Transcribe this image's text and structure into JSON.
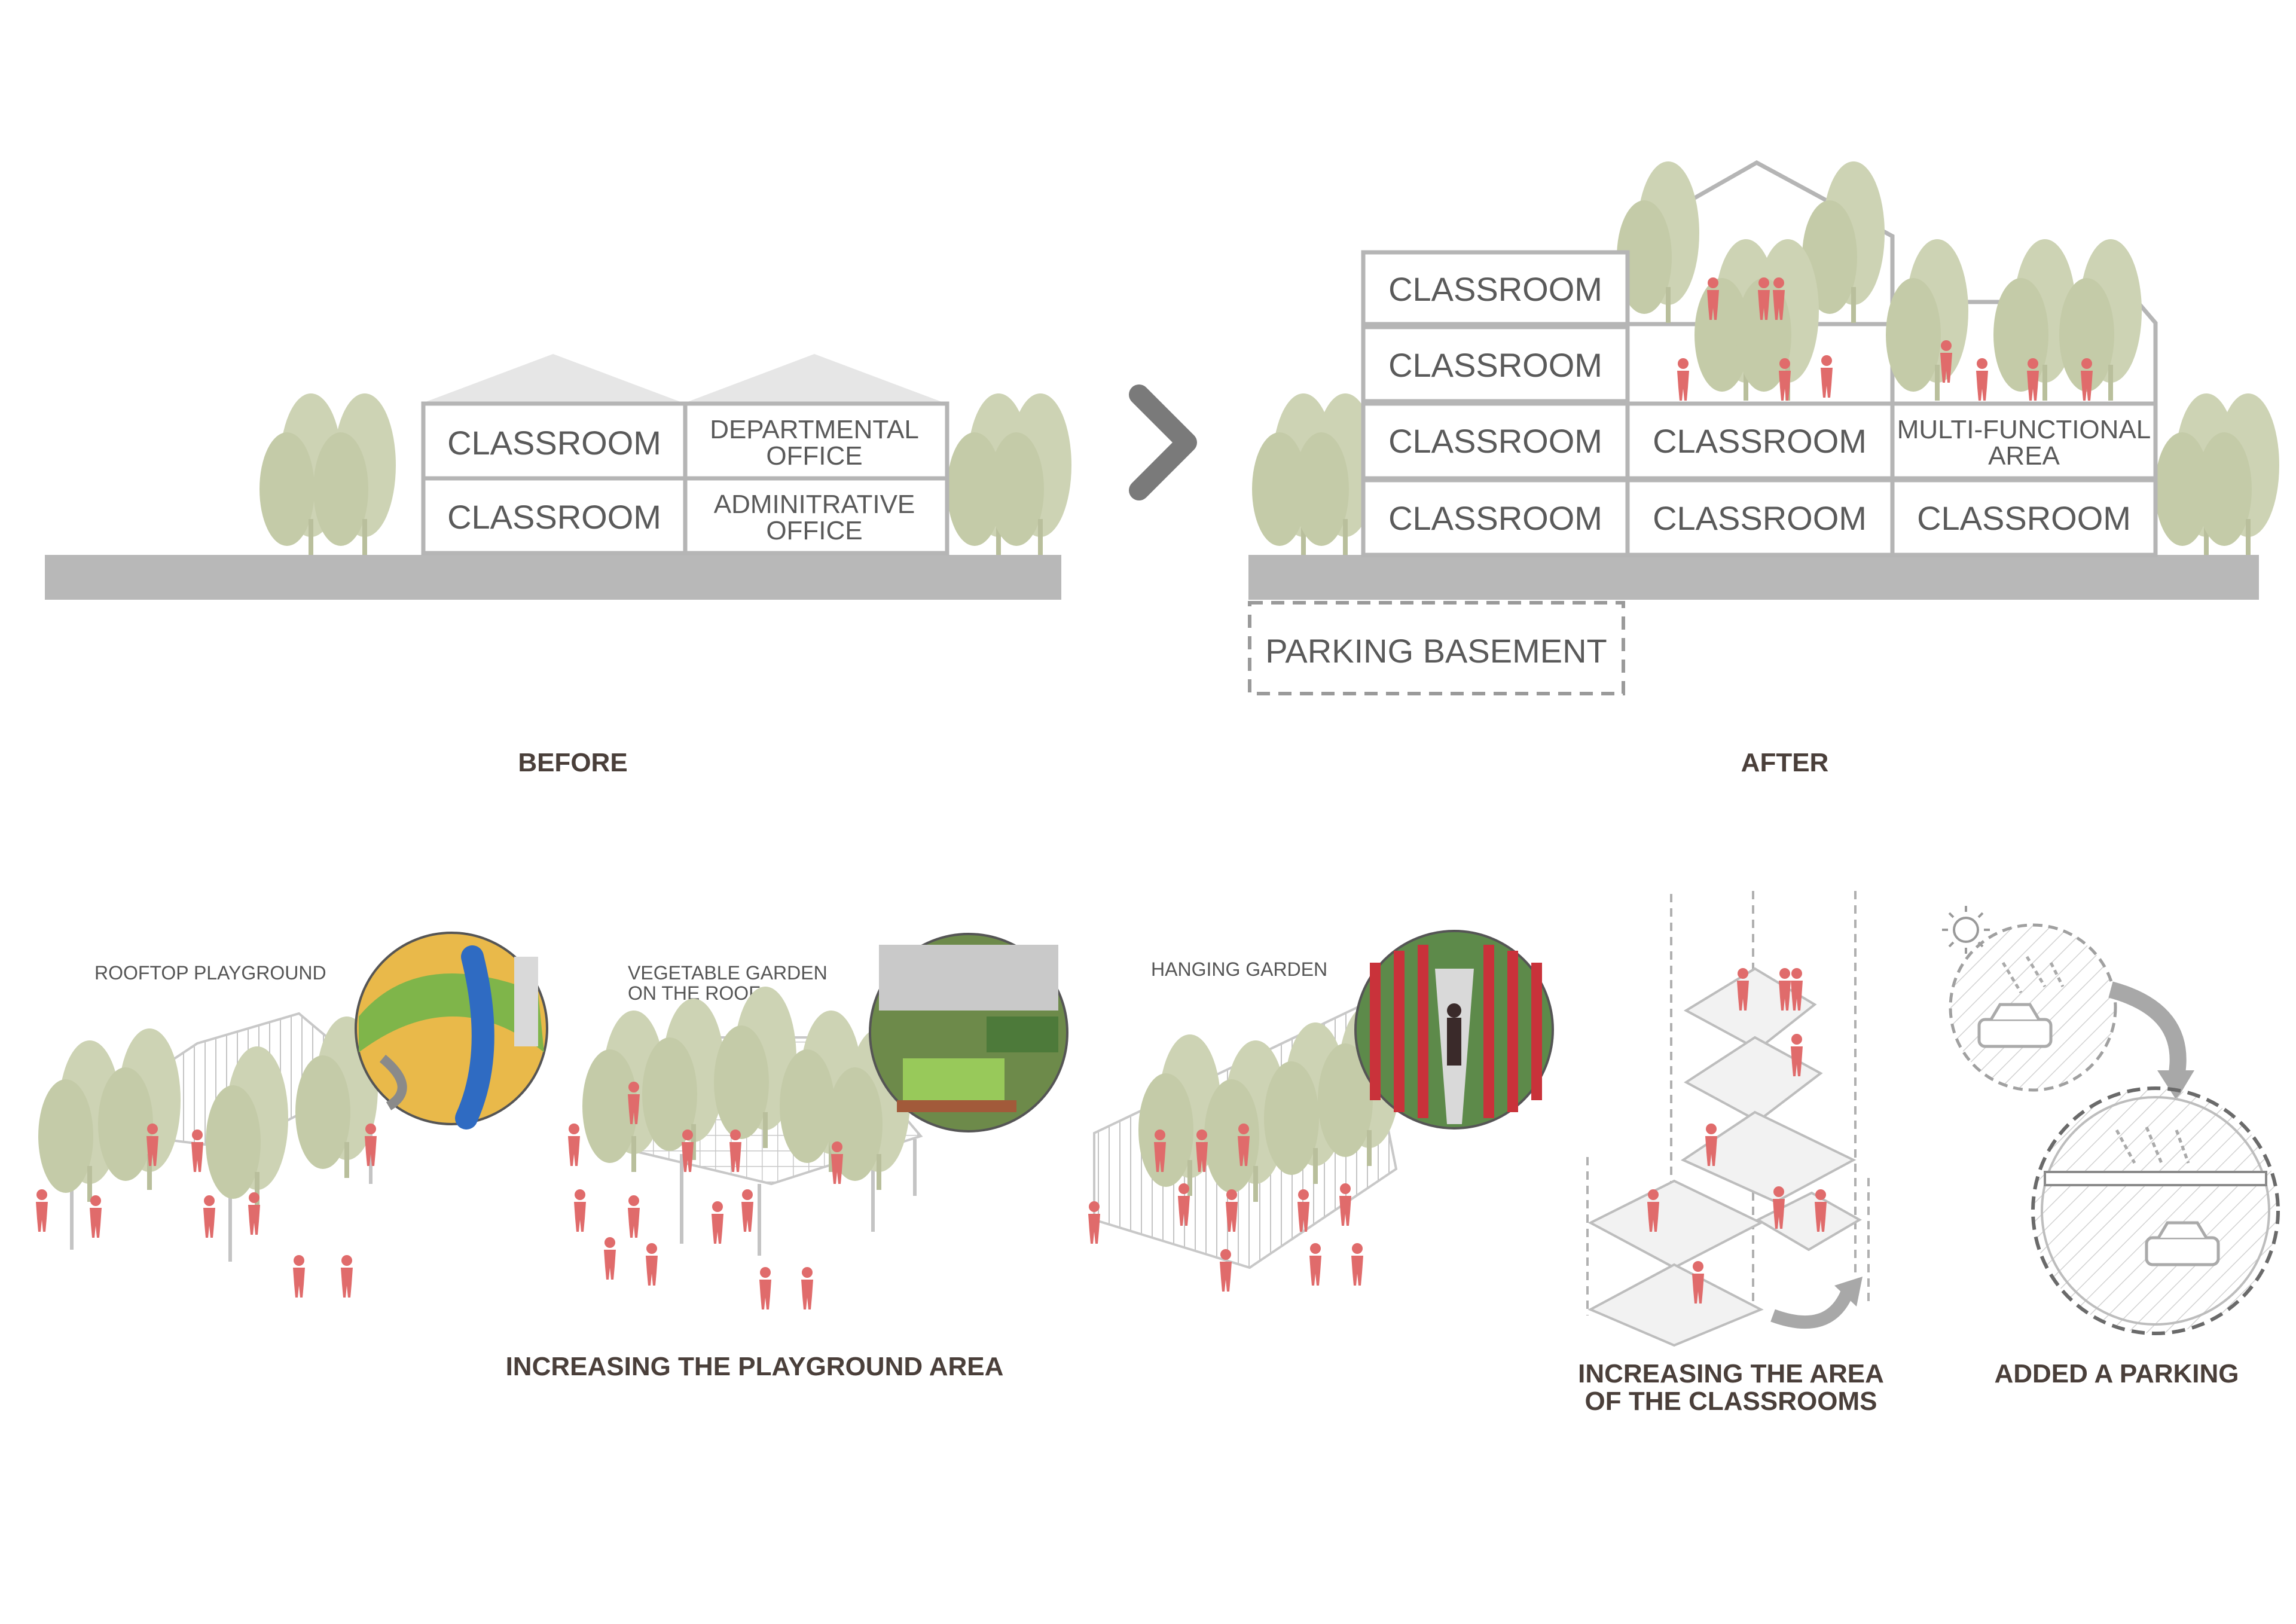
{
  "before": {
    "caption": "BEFORE",
    "rooms": [
      "CLASSROOM",
      "CLASSROOM"
    ],
    "departmental_office": [
      "DEPARTMENTAL",
      "OFFICE"
    ],
    "administrative_office": [
      "ADMINITRATIVE",
      "OFFICE"
    ]
  },
  "after": {
    "caption": "AFTER",
    "classroom": "CLASSROOM",
    "multi_functional": [
      "MULTI-FUNCTIONAL",
      "AREA"
    ],
    "parking": "PARKING BASEMENT"
  },
  "features": {
    "rooftop_playground": "ROOFTOP PLAYGROUND",
    "vegetable_garden": [
      "VEGETABLE GARDEN",
      "ON THE ROOF"
    ],
    "hanging_garden": "HANGING GARDEN",
    "caption_playground": "INCREASING THE PLAYGROUND AREA",
    "caption_classrooms": [
      "INCREASING THE AREA",
      "OF THE CLASSROOMS"
    ],
    "caption_parking": "ADDED A PARKING"
  },
  "colors": {
    "ground": "#b8b8b8",
    "wall": "#b5b5b5",
    "tree": "#cdd3b4",
    "person": "#e06b6b",
    "arrow": "#7a7a7a",
    "caption": "#4a3f3a"
  }
}
